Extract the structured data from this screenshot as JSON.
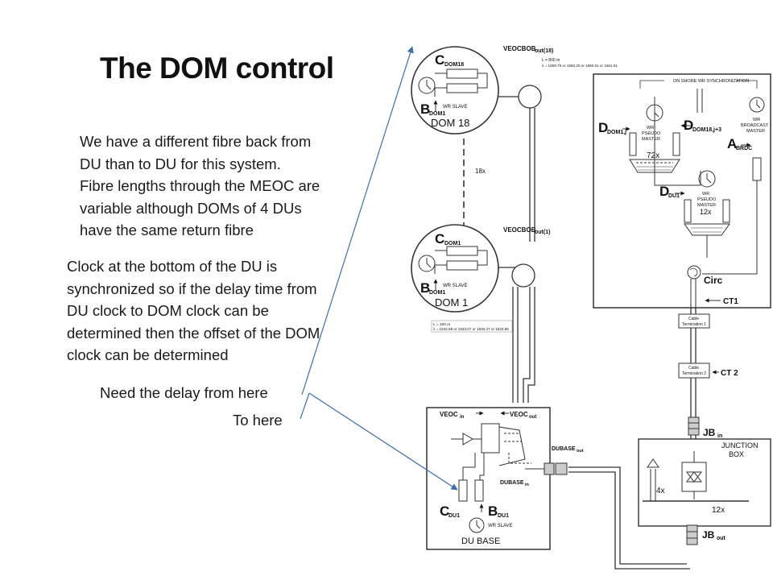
{
  "title": "The DOM control",
  "paragraph1": [
    "We have a different fibre back from",
    "DU than to DU for this system.",
    "Fibre lengths through the MEOC are",
    "variable although DOMs of 4 DUs",
    "have the same return fibre"
  ],
  "paragraph2": [
    "Clock at the bottom of the DU is",
    "synchronized so if the delay time from",
    "DU clock to DOM clock can be",
    "determined then the offset of the DOM",
    "clock can be determined"
  ],
  "arrow_from_label": "Need the delay from here",
  "arrow_to_label": "To here",
  "diagram": {
    "dom18": {
      "name": "DOM 18",
      "c": "C",
      "c_sub": "DOM18",
      "b": "B",
      "b_sub": "DOM1",
      "slave": "WR SLAVE"
    },
    "dom1": {
      "name": "DOM 1",
      "c": "C",
      "c_sub": "DOM1",
      "b": "B",
      "b_sub": "DOM1",
      "slave": "WR SLAVE"
    },
    "veocbob18": "VEOCBOB",
    "veocbob18_sub": "out(18)",
    "veocbob1": "VEOCBOB",
    "veocbob1_sub": "out(1)",
    "note18_l1": "L = 800 m",
    "note18_l2": "λ = 1558.79 or 1560.20 or 1560.61 or 1561.01",
    "note1_l1": "L = 120 m",
    "note1_l2": "λ = 1532.68 or 1533.07 or 1533.47 or 1533.86",
    "count18x": "18x",
    "onshore": "ON SHORE WR SYNCHRONIZATION",
    "d_dom1j": "D",
    "d_dom1j_sub": "DOM1,j",
    "d_dom18j": "D",
    "d_dom18j_sub": "DOM18,j+3",
    "wr_pseudo": "WR PSEUDO MASTER",
    "wr_pseudo_1": "WR",
    "wr_pseudo_2": "PSEUDO",
    "wr_pseudo_3": "MASTER",
    "count72x": "72x",
    "wr_broadcast_1": "WR",
    "wr_broadcast_2": "BROADCAST",
    "wr_broadcast_3": "MASTER",
    "a_brdc": "A",
    "a_brdc_sub": "BRDC",
    "d_du1": "D",
    "d_du1_sub": "DU1",
    "count12x_a": "12x",
    "circ": "Circ",
    "ct1": "CT1",
    "cable_term1_1": "Cable",
    "cable_term1_2": "Termination 1",
    "cable_term2_1": "Cable",
    "cable_term2_2": "Termination 2",
    "ct2": "CT 2",
    "jb_in": "JB",
    "jb_in_sub": "in",
    "junction_1": "JUNCTION",
    "junction_2": "BOX",
    "count4x": "4x",
    "count12x_b": "12x",
    "jb_out": "JB",
    "jb_out_sub": "out",
    "veoc_in": "VEOC",
    "veoc_in_sub": "in",
    "veoc_out": "VEOC",
    "veoc_out_sub": "out",
    "dubase_out": "DUBASE",
    "dubase_out_sub": "out",
    "dubase_in": "DUBASE",
    "dubase_in_sub": "in",
    "c_du1": "C",
    "c_du1_sub": "DU1",
    "b_du1": "B",
    "b_du1_sub": "DU1",
    "du_slave": "WR SLAVE",
    "du_base": "DU BASE"
  }
}
